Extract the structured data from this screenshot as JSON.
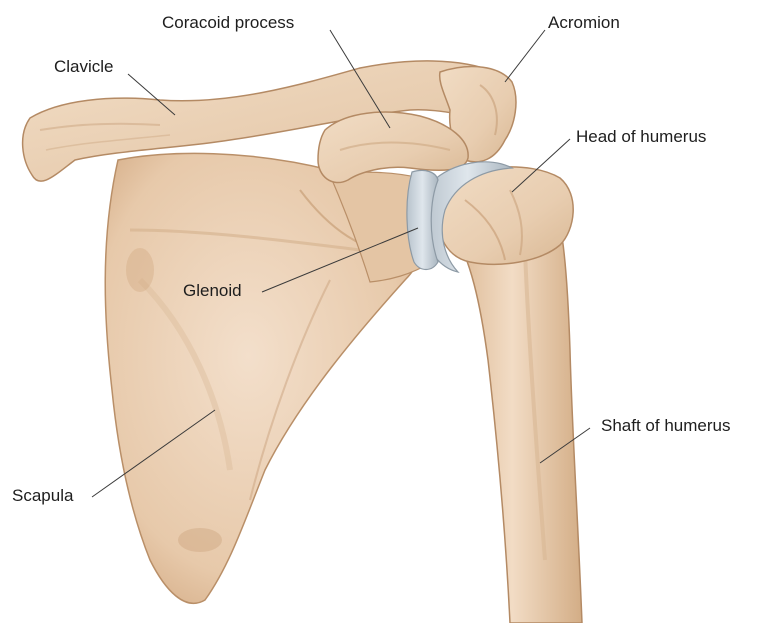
{
  "labels": {
    "coracoid": "Coracoid process",
    "acromion": "Acromion",
    "clavicle": "Clavicle",
    "head_humerus": "Head of humerus",
    "glenoid": "Glenoid",
    "shaft_humerus": "Shaft of humerus",
    "scapula": "Scapula"
  },
  "colors": {
    "bone": "#ecd3b8",
    "bone_shadow": "#c9a27e",
    "bone_highlight": "#f7e6d3",
    "cartilage": "#c9d3dc",
    "leader_line": "#3a3a3a"
  }
}
